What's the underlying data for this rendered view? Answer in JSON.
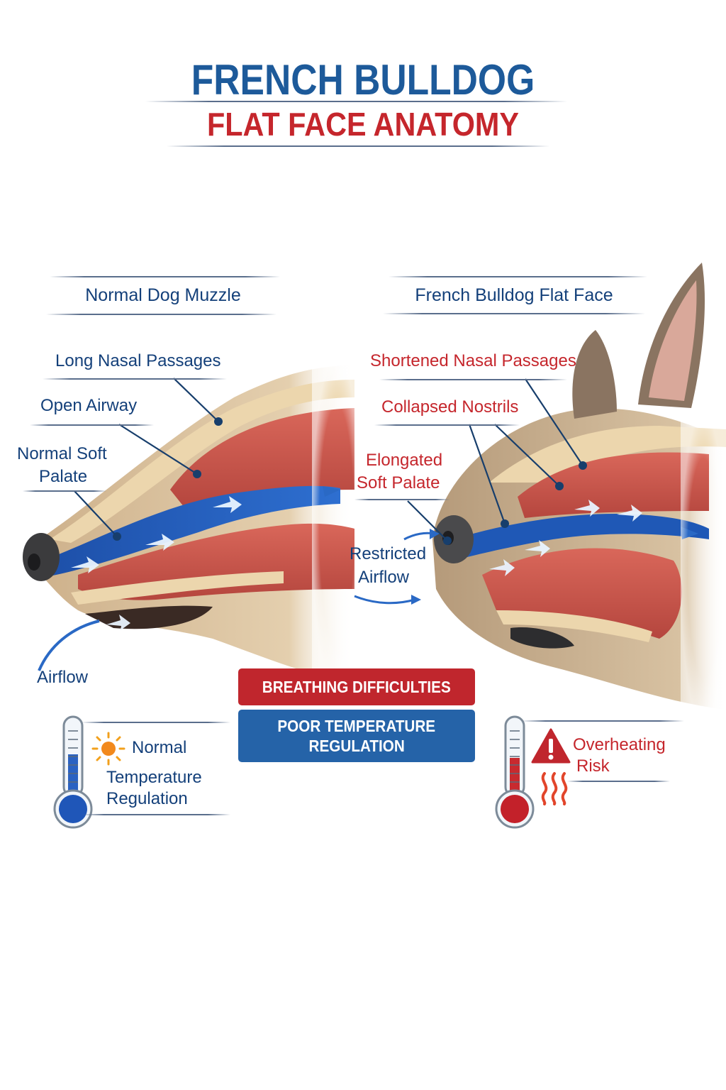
{
  "header": {
    "title_line1": "FRENCH BULLDOG",
    "title_line2": "FLAT FACE ANATOMY",
    "colors": {
      "title_blue": "#1d5a9a",
      "title_red": "#c5262c"
    }
  },
  "panels": {
    "left": {
      "heading": "Normal Dog Muzzle",
      "labels": {
        "long_nasal": "Long Nasal Passages",
        "open_airway": "Open Airway",
        "soft_palate_line1": "Normal Soft",
        "soft_palate_line2": "Palate",
        "airflow": "Airflow"
      },
      "temperature": {
        "line1": "Normal",
        "line2": "Temperature",
        "line3": "Regulation",
        "icons": [
          "thermometer-low-icon",
          "sun-icon"
        ]
      }
    },
    "right": {
      "heading": "French Bulldog Flat Face",
      "labels": {
        "shortened_nasal": "Shortened Nasal Passages",
        "collapsed_nostrils": "Collapsed Nostrils",
        "soft_palate_line1": "Elongated",
        "soft_palate_line2": "Soft Palate",
        "restricted_line1": "Restricted",
        "restricted_line2": "Airflow"
      },
      "temperature": {
        "line1": "Overheating",
        "line2": "Risk",
        "icons": [
          "thermometer-high-icon",
          "warning-icon",
          "heat-waves-icon"
        ]
      }
    }
  },
  "center": {
    "banner_red": "BREATHING DIFFICULTIES",
    "banner_blue_line1": "POOR TEMPERATURE",
    "banner_blue_line2": "REGULATION",
    "colors": {
      "red": "#c0262d",
      "blue": "#2563a8"
    }
  }
}
